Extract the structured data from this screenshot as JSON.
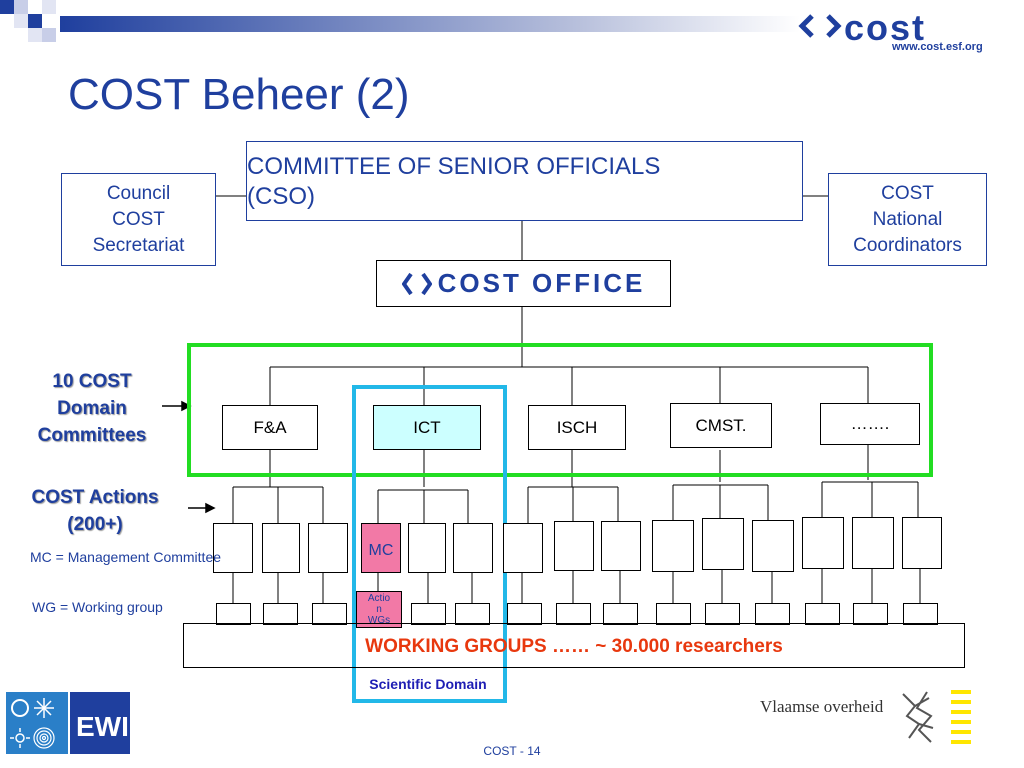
{
  "slide": {
    "title": "COST Beheer (2)",
    "footer": "COST - 14",
    "logo_url": "www.cost.esf.org",
    "vlaamse": "Vlaamse overheid",
    "ewi": "EWI"
  },
  "org": {
    "cso_line1": "COMMITTEE OF SENIOR OFFICIALS",
    "cso_line2": "(CSO)",
    "council_line1": "Council",
    "council_line2": "COST",
    "council_line3": "Secretariat",
    "national_line1": "COST",
    "national_line2": "National",
    "national_line3": "Coordinators",
    "cost_office_text": "COST OFFICE"
  },
  "labels": {
    "domain_line1": "10 COST",
    "domain_line2": "Domain",
    "domain_line3": "Committees",
    "actions_line1": "COST Actions",
    "actions_line2": "(200+)",
    "mc_note": "MC = Management Committee",
    "wg_note": "WG = Working group",
    "working_groups": "WORKING GROUPS  …… ~ 30.000 researchers",
    "scientific_domain": "Scientific Domain"
  },
  "domains": [
    "F&A",
    "ICT",
    "ISCH",
    "CMST.",
    "……."
  ],
  "action": {
    "mc": "MC",
    "wgs_line1": "Actio",
    "wgs_line2": "n",
    "wgs_line3": "WGs"
  },
  "colors": {
    "title_blue": "#1f3f9e",
    "green_frame": "#22dd22",
    "cyan_frame": "#22b8e8",
    "ict_fill": "#ccffff",
    "mc_fill": "#f279a6",
    "wg_text": "#e8380e"
  }
}
